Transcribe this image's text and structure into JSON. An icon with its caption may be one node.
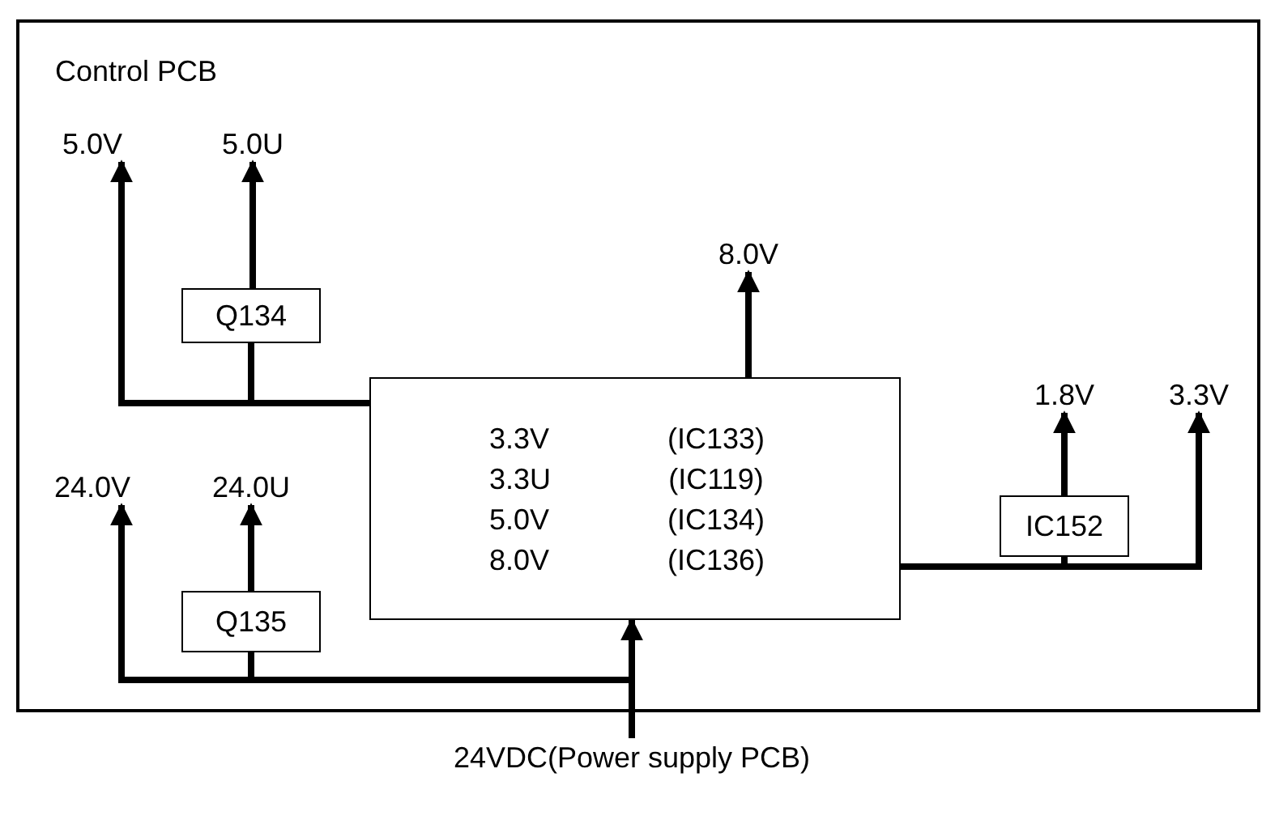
{
  "diagram": {
    "nodes": [
      {
        "text": [
          "Control PCB"
        ]
      },
      {
        "text": [
          "5.0V"
        ],
        "in": 0
      },
      {
        "text": [
          "5.0U"
        ],
        "in": 0
      },
      {
        "text": [
          "Q134"
        ],
        "in": 0
      },
      {
        "text": [
          "8.0V"
        ],
        "in": 0
      },
      {
        "text": [
          "3.3V",
          "(IC133)",
          "3.3U",
          "(IC119)",
          "5.0V",
          "(IC134)",
          "8.0V",
          "(IC136)"
        ],
        "in": 0
      },
      {
        "text": [
          "1.8V"
        ],
        "in": 0
      },
      {
        "text": [
          "3.3V"
        ],
        "in": 0
      },
      {
        "text": [
          "IC152"
        ],
        "in": 0
      },
      {
        "text": [
          "24.0V"
        ],
        "in": 0
      },
      {
        "text": [
          "24.0U"
        ],
        "in": 0
      },
      {
        "text": [
          "Q135"
        ],
        "in": 0
      },
      {
        "text": [
          "24VDC(Power supply PCB)"
        ]
      }
    ],
    "edges": [
      {
        "from": 5,
        "to": 1,
        "arrow": "to"
      },
      {
        "from": 5,
        "to": 3,
        "arrow": "none"
      },
      {
        "from": 3,
        "to": 2,
        "arrow": "to"
      },
      {
        "from": 5,
        "to": 4,
        "arrow": "to"
      },
      {
        "from": 5,
        "to": 7,
        "arrow": "to"
      },
      {
        "from": 5,
        "to": 8,
        "arrow": "none"
      },
      {
        "from": 8,
        "to": 6,
        "arrow": "to"
      },
      {
        "from": 12,
        "to": 5,
        "arrow": "to"
      },
      {
        "from": 12,
        "to": 9,
        "arrow": "to"
      },
      {
        "from": 12,
        "to": 11,
        "arrow": "none"
      },
      {
        "from": 11,
        "to": 10,
        "arrow": "to"
      }
    ]
  }
}
